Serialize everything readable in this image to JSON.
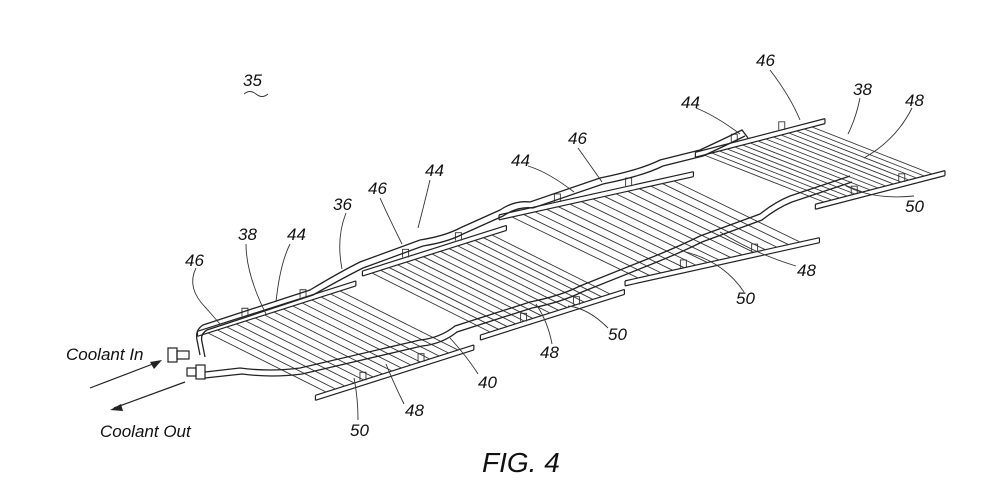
{
  "figure": {
    "caption": "FIG. 4",
    "reference_numeral": "35",
    "inlet_label": "Coolant In",
    "outlet_label": "Coolant Out",
    "labels": [
      {
        "id": "n46a",
        "text": "46"
      },
      {
        "id": "n38a",
        "text": "38"
      },
      {
        "id": "n44a",
        "text": "44"
      },
      {
        "id": "n36",
        "text": "36"
      },
      {
        "id": "n46b",
        "text": "46"
      },
      {
        "id": "n44b",
        "text": "44"
      },
      {
        "id": "n44c",
        "text": "44"
      },
      {
        "id": "n46c",
        "text": "46"
      },
      {
        "id": "n44d",
        "text": "44"
      },
      {
        "id": "n46d",
        "text": "46"
      },
      {
        "id": "n38b",
        "text": "38"
      },
      {
        "id": "n48a",
        "text": "48"
      },
      {
        "id": "n50a",
        "text": "50"
      },
      {
        "id": "n48b",
        "text": "48"
      },
      {
        "id": "n50b",
        "text": "50"
      },
      {
        "id": "n48c",
        "text": "48"
      },
      {
        "id": "n50c",
        "text": "50"
      },
      {
        "id": "n40",
        "text": "40"
      },
      {
        "id": "n48d",
        "text": "48"
      },
      {
        "id": "n50d",
        "text": "50"
      }
    ]
  }
}
